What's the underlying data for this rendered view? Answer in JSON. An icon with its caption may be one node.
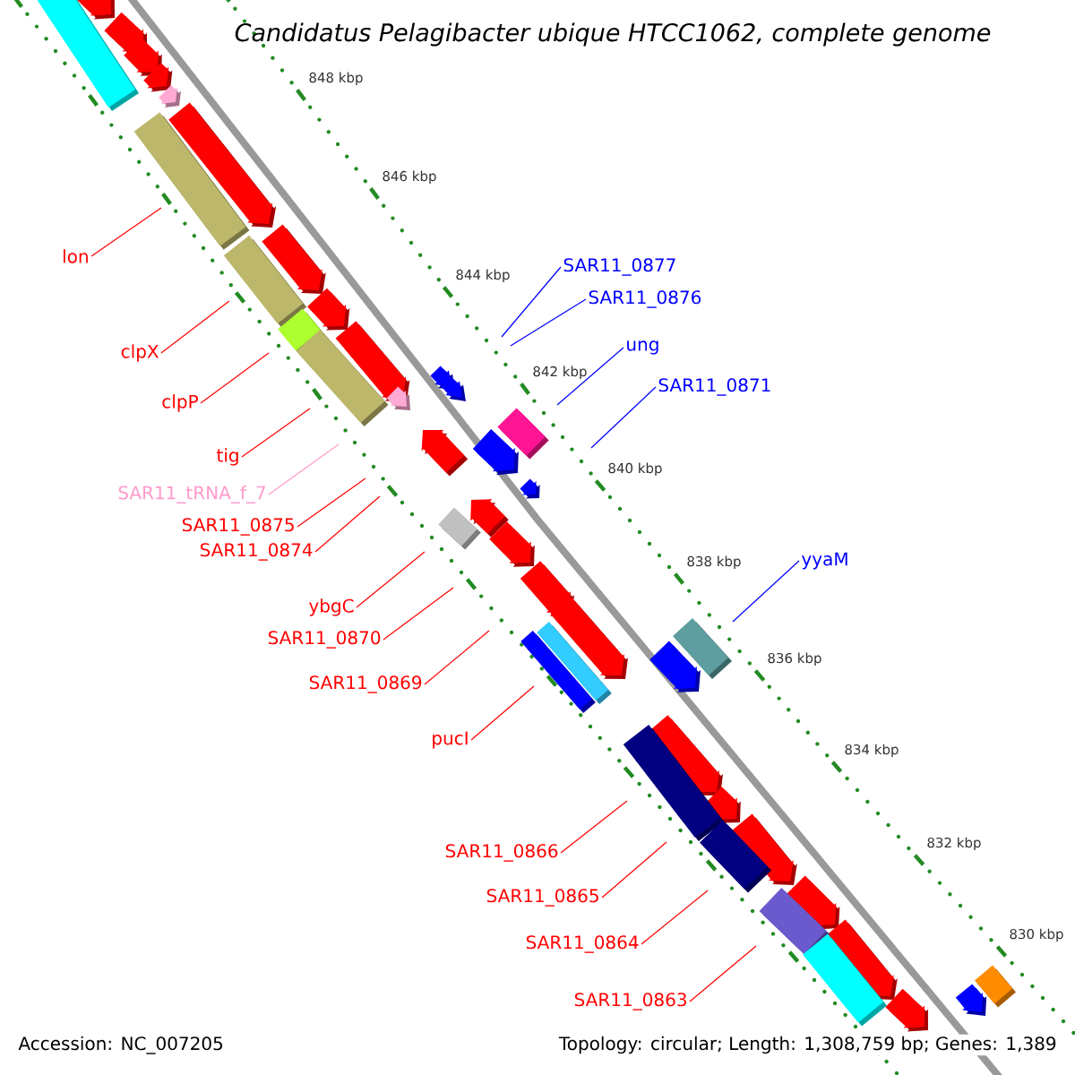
{
  "diagram": {
    "title": "Candidatus Pelagibacter ubique HTCC1062, complete genome",
    "nodes": [
      {
        "text": [
          "lon"
        ]
      },
      {
        "text": [
          "SAR11_0877"
        ]
      },
      {
        "text": [
          "SAR11_0876"
        ]
      },
      {
        "text": [
          "clpX"
        ]
      },
      {
        "text": [
          "ung"
        ]
      },
      {
        "text": [
          "SAR11_0871"
        ]
      },
      {
        "text": [
          "clpP"
        ]
      },
      {
        "text": [
          "tig"
        ]
      },
      {
        "text": [
          "SAR11_tRNA_f_7"
        ]
      },
      {
        "text": [
          "SAR11_0875"
        ]
      },
      {
        "text": [
          "SAR11_0874"
        ]
      },
      {
        "text": [
          "yyaM"
        ]
      },
      {
        "text": [
          "ybgC"
        ]
      },
      {
        "text": [
          "SAR11_0870"
        ]
      },
      {
        "text": [
          "SAR11_0869"
        ]
      },
      {
        "text": [
          "pucI"
        ]
      },
      {
        "text": [
          "SAR11_0866"
        ]
      },
      {
        "text": [
          "SAR11_0865"
        ]
      },
      {
        "text": [
          "SAR11_0864"
        ]
      },
      {
        "text": [
          "SAR11_0863"
        ]
      }
    ],
    "edges": [
      {
        "from": 0,
        "to": null,
        "arrow": "none"
      },
      {
        "from": 1,
        "to": null,
        "arrow": "none",
        "color": "#0000ff"
      },
      {
        "from": 2,
        "to": null,
        "arrow": "none",
        "color": "#0000ff"
      },
      {
        "from": 3,
        "to": null,
        "arrow": "none"
      },
      {
        "from": 4,
        "to": null,
        "arrow": "none",
        "color": "#0000ff"
      },
      {
        "from": 5,
        "to": null,
        "arrow": "none",
        "color": "#0000ff"
      },
      {
        "from": 6,
        "to": null,
        "arrow": "none"
      },
      {
        "from": 7,
        "to": null,
        "arrow": "none"
      },
      {
        "from": 8,
        "to": null,
        "arrow": "none",
        "color": "#ff99cc"
      },
      {
        "from": 9,
        "to": null,
        "arrow": "none"
      },
      {
        "from": 10,
        "to": null,
        "arrow": "none"
      },
      {
        "from": 11,
        "to": null,
        "arrow": "none",
        "color": "#0000ff"
      },
      {
        "from": 12,
        "to": null,
        "arrow": "none"
      },
      {
        "from": 13,
        "to": null,
        "arrow": "none"
      },
      {
        "from": 14,
        "to": null,
        "arrow": "none"
      },
      {
        "from": 15,
        "to": null,
        "arrow": "none"
      },
      {
        "from": 16,
        "to": null,
        "arrow": "none"
      },
      {
        "from": 17,
        "to": null,
        "arrow": "none"
      },
      {
        "from": 18,
        "to": null,
        "arrow": "none"
      },
      {
        "from": 19,
        "to": null,
        "arrow": "none"
      }
    ],
    "labels": [
      "848 kbp",
      "846 kbp",
      "844 kbp",
      "842 kbp",
      "840 kbp",
      "838 kbp",
      "836 kbp",
      "834 kbp",
      "832 kbp",
      "830 kbp",
      "Accession: NC_007205",
      "Topology: circular; Length: 1,308,759 bp; Genes: 1,389"
    ]
  }
}
